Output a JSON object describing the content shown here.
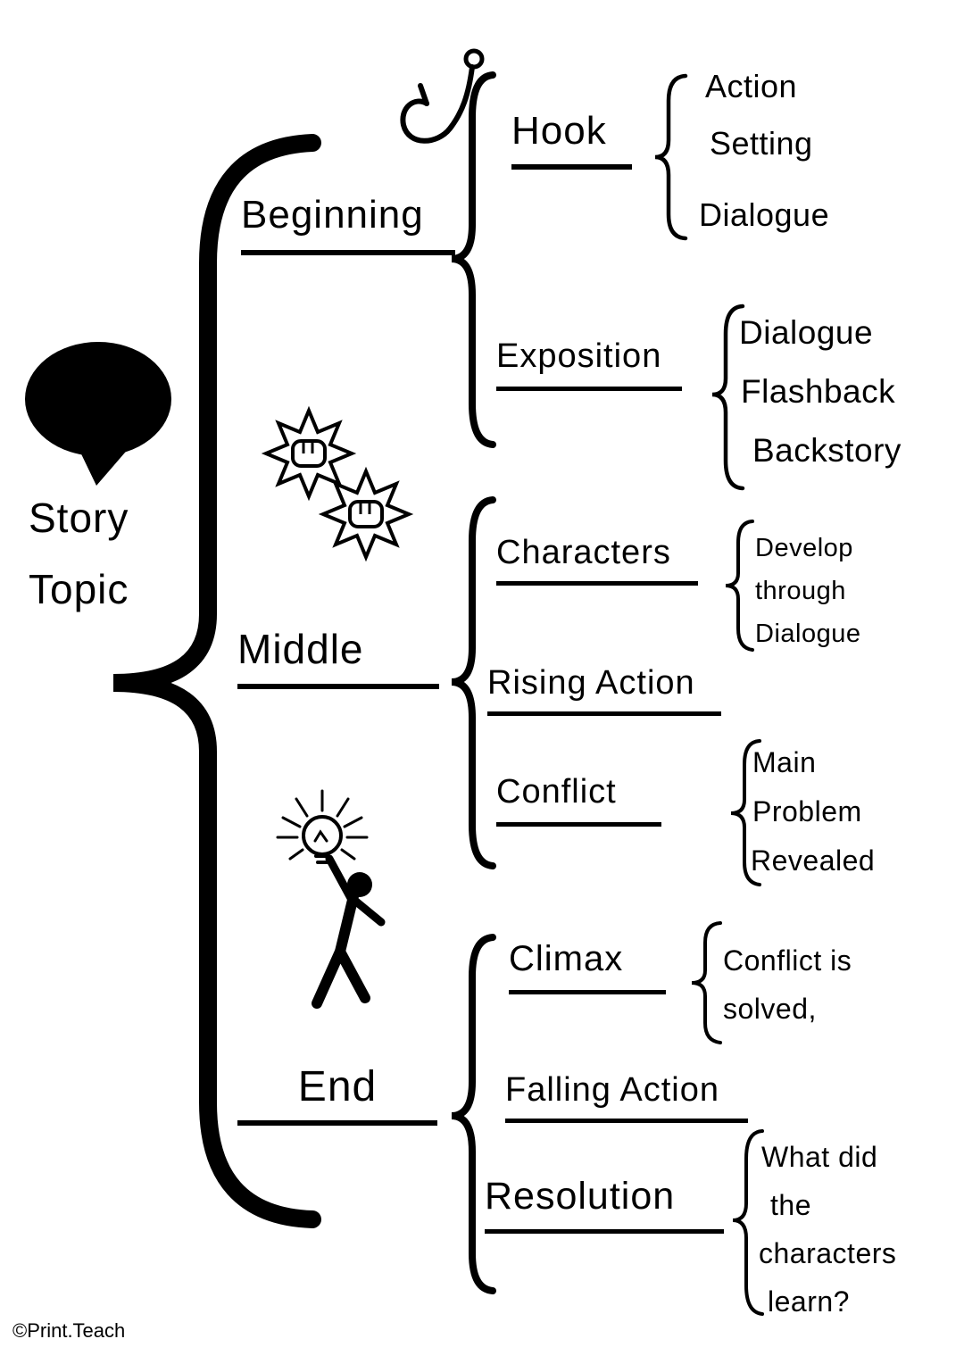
{
  "root": {
    "line1": "Story",
    "line2": "Topic"
  },
  "beginning": {
    "label": "Beginning",
    "hook": {
      "label": "Hook",
      "items": [
        "Action",
        "Setting",
        "Dialogue"
      ]
    },
    "exposition": {
      "label": "Exposition",
      "items": [
        "Dialogue",
        "Flashback",
        "Backstory"
      ]
    }
  },
  "middle": {
    "label": "Middle",
    "characters": {
      "label": "Characters",
      "items": [
        "Develop",
        "through",
        "Dialogue"
      ]
    },
    "rising_action": {
      "label": "Rising Action"
    },
    "conflict": {
      "label": "Conflict",
      "items": [
        "Main",
        "Problem",
        "Revealed"
      ]
    }
  },
  "end": {
    "label": "End",
    "climax": {
      "label": "Climax",
      "items": [
        "Conflict is",
        "solved,"
      ]
    },
    "falling_action": {
      "label": "Falling Action"
    },
    "resolution": {
      "label": "Resolution",
      "items": [
        "What did",
        "the",
        "characters",
        "learn?"
      ]
    }
  },
  "footer": {
    "credit": "©Print.Teach"
  },
  "icons": {
    "root": "speech-bubble-icon",
    "hook": "fish-hook-icon",
    "middle": "fist-bump-icon",
    "climax": "person-lightbulb-icon"
  },
  "colors": {
    "ink": "#000000",
    "background": "#ffffff"
  }
}
